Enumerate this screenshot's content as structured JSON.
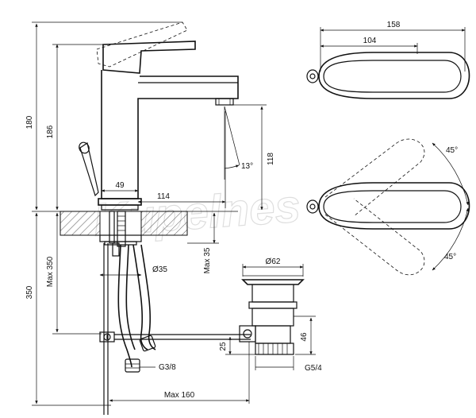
{
  "watermark": "Kupelnes",
  "dimensions": {
    "total_height": "180",
    "body_height": "186",
    "lever_length": "158",
    "lever_body": "104",
    "spout_angle": "13°",
    "spout_height": "118",
    "base_offset": "49",
    "spout_reach": "114",
    "rotation_top": "45°",
    "rotation_bottom": "45°",
    "installed_depth": "350",
    "max_depth": "Max 350",
    "max_thickness": "Max 35",
    "pipe_diameter": "Ø35",
    "drain_diameter": "Ø62",
    "drain_height": "46",
    "drain_offset": "25",
    "hose_thread": "G3/8",
    "drain_thread": "G5/4",
    "max_rod_length": "Max 160"
  }
}
